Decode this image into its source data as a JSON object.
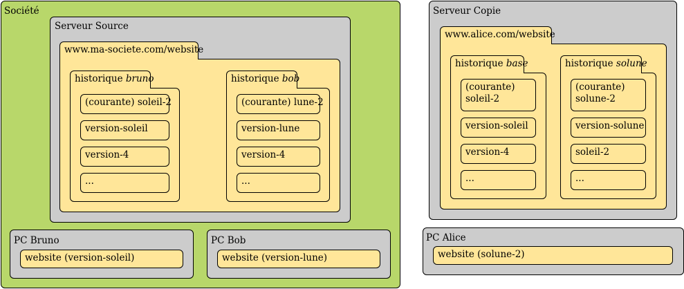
{
  "societe": {
    "title": "Société",
    "serveur_source": {
      "title": "Serveur Source",
      "website": {
        "label": "www.ma-societe.com/website",
        "historique_bruno": {
          "label_prefix": "historique ",
          "label_name": "bruno",
          "items": [
            "(courante) soleil-2",
            "version-soleil",
            "version-4",
            "..."
          ]
        },
        "historique_bob": {
          "label_prefix": "historique ",
          "label_name": "bob",
          "items": [
            "(courante) lune-2",
            "version-lune",
            "version-4",
            "..."
          ]
        }
      }
    },
    "pc_bruno": {
      "title": "PC Bruno",
      "website": "website (version-soleil)"
    },
    "pc_bob": {
      "title": "PC Bob",
      "website": "website (version-lune)"
    }
  },
  "serveur_copie": {
    "title": "Serveur Copie",
    "website": {
      "label": "www.alice.com/website",
      "historique_base": {
        "label_prefix": "historique ",
        "label_name": "base",
        "current_line1": "(courante)",
        "current_line2": "soleil-2",
        "items": [
          "version-soleil",
          "version-4",
          "..."
        ]
      },
      "historique_solune": {
        "label_prefix": "historique ",
        "label_name": "solune",
        "current_line1": "(courante)",
        "current_line2": "solune-2",
        "items": [
          "version-solune",
          "soleil-2",
          "..."
        ]
      }
    }
  },
  "pc_alice": {
    "title": "PC Alice",
    "website": "website (solune-2)"
  },
  "colors": {
    "societe": "#b8d76a",
    "server": "#cccccc",
    "repo": "#ffe699",
    "border": "#000000"
  }
}
